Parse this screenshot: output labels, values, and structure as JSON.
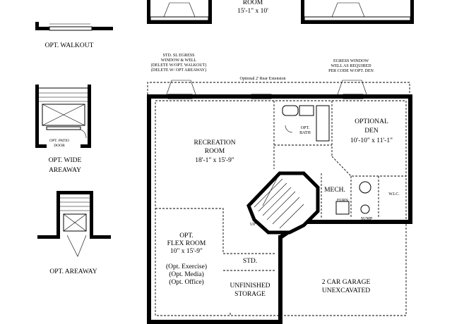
{
  "plan": {
    "top_room": {
      "name": "ROOM",
      "dims": "15'-1\" x 10'"
    },
    "walkout": {
      "label": "OPT. WALKOUT"
    },
    "wide_areaway": {
      "line1": "OPT. WIDE",
      "line2": "AREAWAY",
      "door_line1": "OPT. PATIO",
      "door_line2": "DOOR"
    },
    "areaway": {
      "label": "OPT. AREAWAY"
    },
    "notes": {
      "egress_left": [
        "STD. SL EGRESS",
        "WINDOW & WELL",
        "(DELETE W/OPT. WALKOUT)",
        "(DELETE W/ OPT AREAWAY)"
      ],
      "egress_right": [
        "EGRESS WINDOW",
        "WELL AS REQUIRED",
        "PER CODE W/OPT. DEN"
      ],
      "rear_extension": "Optional 2' Rear Extension"
    },
    "rooms": {
      "recreation": {
        "name1": "RECREATION",
        "name2": "ROOM",
        "dims": "18'-1\" x 15'-9\""
      },
      "flex": {
        "name1": "OPT.",
        "name2": "FLEX ROOM",
        "dims": "10\" x 15'-9\"",
        "opt1": "(Opt. Exercise)",
        "opt2": "(Opt. Media)",
        "opt3": "(Opt. Office)"
      },
      "bath": {
        "line1": "OPT.",
        "line2": "BATH"
      },
      "den": {
        "name1": "OPTIONAL",
        "name2": "DEN",
        "dims": "10'-10\" x 11'-1\""
      },
      "mech": {
        "name": "MECH.",
        "furn": "FURN",
        "sump": "SUMP",
        "wic": "W.I.C."
      },
      "storage": {
        "line1": "STD.",
        "line2": "UNFINISHED",
        "line3": "STORAGE"
      },
      "garage": {
        "line1": "2 CAR GARAGE",
        "line2": "UNEXCAVATED"
      },
      "stair": {
        "label": "UP"
      }
    }
  }
}
